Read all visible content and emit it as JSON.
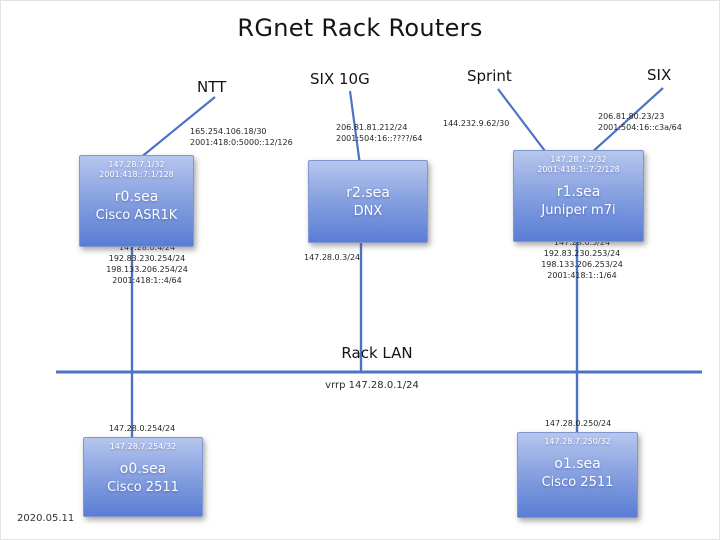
{
  "title": "RGnet Rack Routers",
  "date": "2020.05.11",
  "uplinks": {
    "ntt": {
      "label": "NTT",
      "addr1": "165.254.106.18/30",
      "addr2": "2001:418:0:5000::12/126"
    },
    "six10g": {
      "label": "SIX 10G",
      "addr1": "206.81.81.212/24",
      "addr2": "2001:504:16::????/64"
    },
    "sprint": {
      "label": "Sprint",
      "addr1": "144.232.9.62/30"
    },
    "six": {
      "label": "SIX",
      "addr1": "206.81.80.23/23",
      "addr2": "2001:504:16::c3a/64"
    }
  },
  "routers": {
    "r0": {
      "name": "r0.sea",
      "model": "Cisco ASR1K",
      "loopback1": "147.28.7.1/32",
      "loopback2": "2001:418::7:1/128",
      "lan1": "147.28.0.4/24",
      "lan2": "192.83.230.254/24",
      "lan3": "198.133.206.254/24",
      "lan4": "2001:418:1::4/64"
    },
    "r2": {
      "name": "r2.sea",
      "model": "DNX",
      "lan1": "147.28.0.3/24"
    },
    "r1": {
      "name": "r1.sea",
      "model": "Juniper m7i",
      "loopback1": "147.28.7.2/32",
      "loopback2": "2001:418:1::7:2/128",
      "lan1": "147.28.0.5/24",
      "lan2": "192.83.230.253/24",
      "lan3": "198.133.206.253/24",
      "lan4": "2001:418:1::1/64"
    },
    "o0": {
      "name": "o0.sea",
      "model": "Cisco 2511",
      "lan": "147.28.0.254/24",
      "loopback": "147.28.7.254/32"
    },
    "o1": {
      "name": "o1.sea",
      "model": "Cisco 2511",
      "lan": "147.28.0.250/24",
      "loopback": "147.28.7.250/32"
    }
  },
  "lan": {
    "label": "Rack LAN",
    "vrrp": "vrrp 147.28.0.1/24"
  },
  "colors": {
    "link": "#4d74c4",
    "box_top": "#b6c6ee",
    "box_bottom": "#5a7dd5"
  }
}
